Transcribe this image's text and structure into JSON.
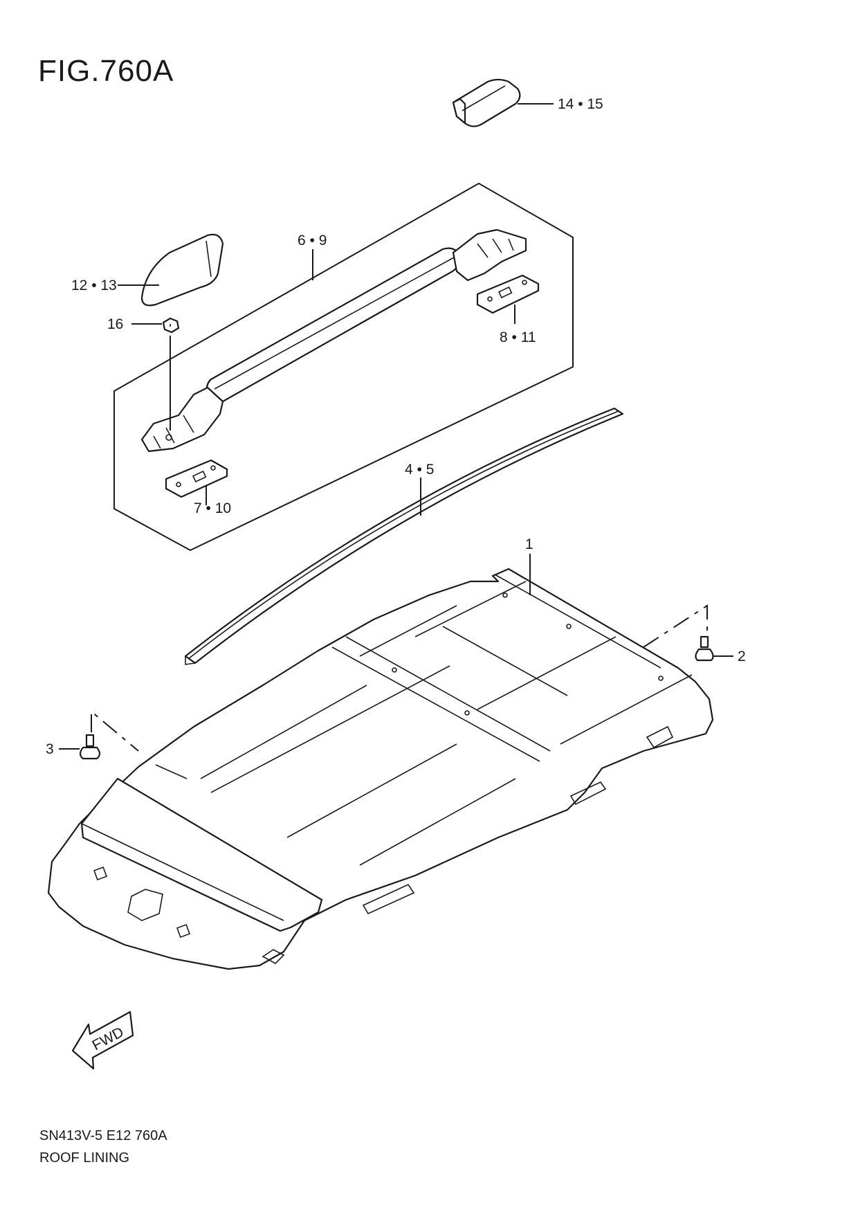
{
  "figure": {
    "title": "FIG.760A",
    "footer_code": "SN413V-5 E12 760A",
    "footer_name": "ROOF LINING"
  },
  "callouts": [
    {
      "id": "c-14-15",
      "text": "14 • 15"
    },
    {
      "id": "c-6-9",
      "text": "6 • 9"
    },
    {
      "id": "c-12-13",
      "text": "12 • 13"
    },
    {
      "id": "c-16",
      "text": "16"
    },
    {
      "id": "c-8-11",
      "text": "8 • 11"
    },
    {
      "id": "c-7-10",
      "text": "7 • 10"
    },
    {
      "id": "c-4-5",
      "text": "4 • 5"
    },
    {
      "id": "c-1",
      "text": "1"
    },
    {
      "id": "c-2",
      "text": "2"
    },
    {
      "id": "c-3",
      "text": "3"
    }
  ],
  "direction_arrow": {
    "text": "FWD"
  }
}
